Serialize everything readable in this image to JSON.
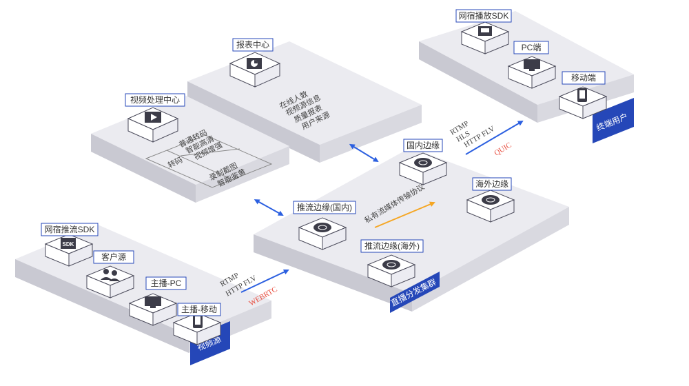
{
  "colors": {
    "platform_top": "#ebebf0",
    "platform_left": "#c9c9d2",
    "platform_right": "#d9d9e0",
    "accent_blue": "#2547b8",
    "arrow_blue": "#2b5fe0",
    "protocol_red": "#e84c3d",
    "arrow_orange": "#f5a623"
  },
  "nodes": {
    "report_center": {
      "label": "报表中心",
      "icon": "report-icon",
      "lines": [
        "在线人数",
        "视频源信息",
        "质量报表",
        "用户来源"
      ]
    },
    "video_center": {
      "label": "视频处理中心",
      "icon": "video-play-icon",
      "transcode": "转码",
      "cell_top": [
        "普通转码",
        "智能高清",
        "视频增强"
      ],
      "cell_bottom": [
        "录制截图",
        "智能鉴黄"
      ]
    },
    "terminals": {
      "band": "终端用户",
      "items": [
        {
          "label": "网宿播放SDK",
          "icon": "player-sdk-icon"
        },
        {
          "label": "PC端",
          "icon": "monitor-icon"
        },
        {
          "label": "移动端",
          "icon": "mobile-icon"
        }
      ],
      "protocols": [
        "RTMP",
        "HLS",
        "HTTP FLV"
      ],
      "quic": "QUIC"
    },
    "cluster": {
      "band": "直播分发集群",
      "domestic": "国内边缘",
      "overseas": "海外边缘",
      "push_domestic": "推流边缘(国内)",
      "push_overseas": "推流边缘(海外)",
      "private_protocol": "私有流媒体传输协议",
      "edge_icon": "edge-node-icon"
    },
    "sources": {
      "band": "视频源",
      "items": [
        {
          "label": "网宿推流SDK",
          "icon": "push-sdk-icon"
        },
        {
          "label": "客户源",
          "icon": "users-icon"
        },
        {
          "label": "主播-PC",
          "icon": "monitor-icon"
        },
        {
          "label": "主播-移动",
          "icon": "mobile-icon"
        }
      ],
      "protocols": [
        "RTMP",
        "HTTP FLV"
      ],
      "webrtc": "WEBRTC"
    }
  }
}
